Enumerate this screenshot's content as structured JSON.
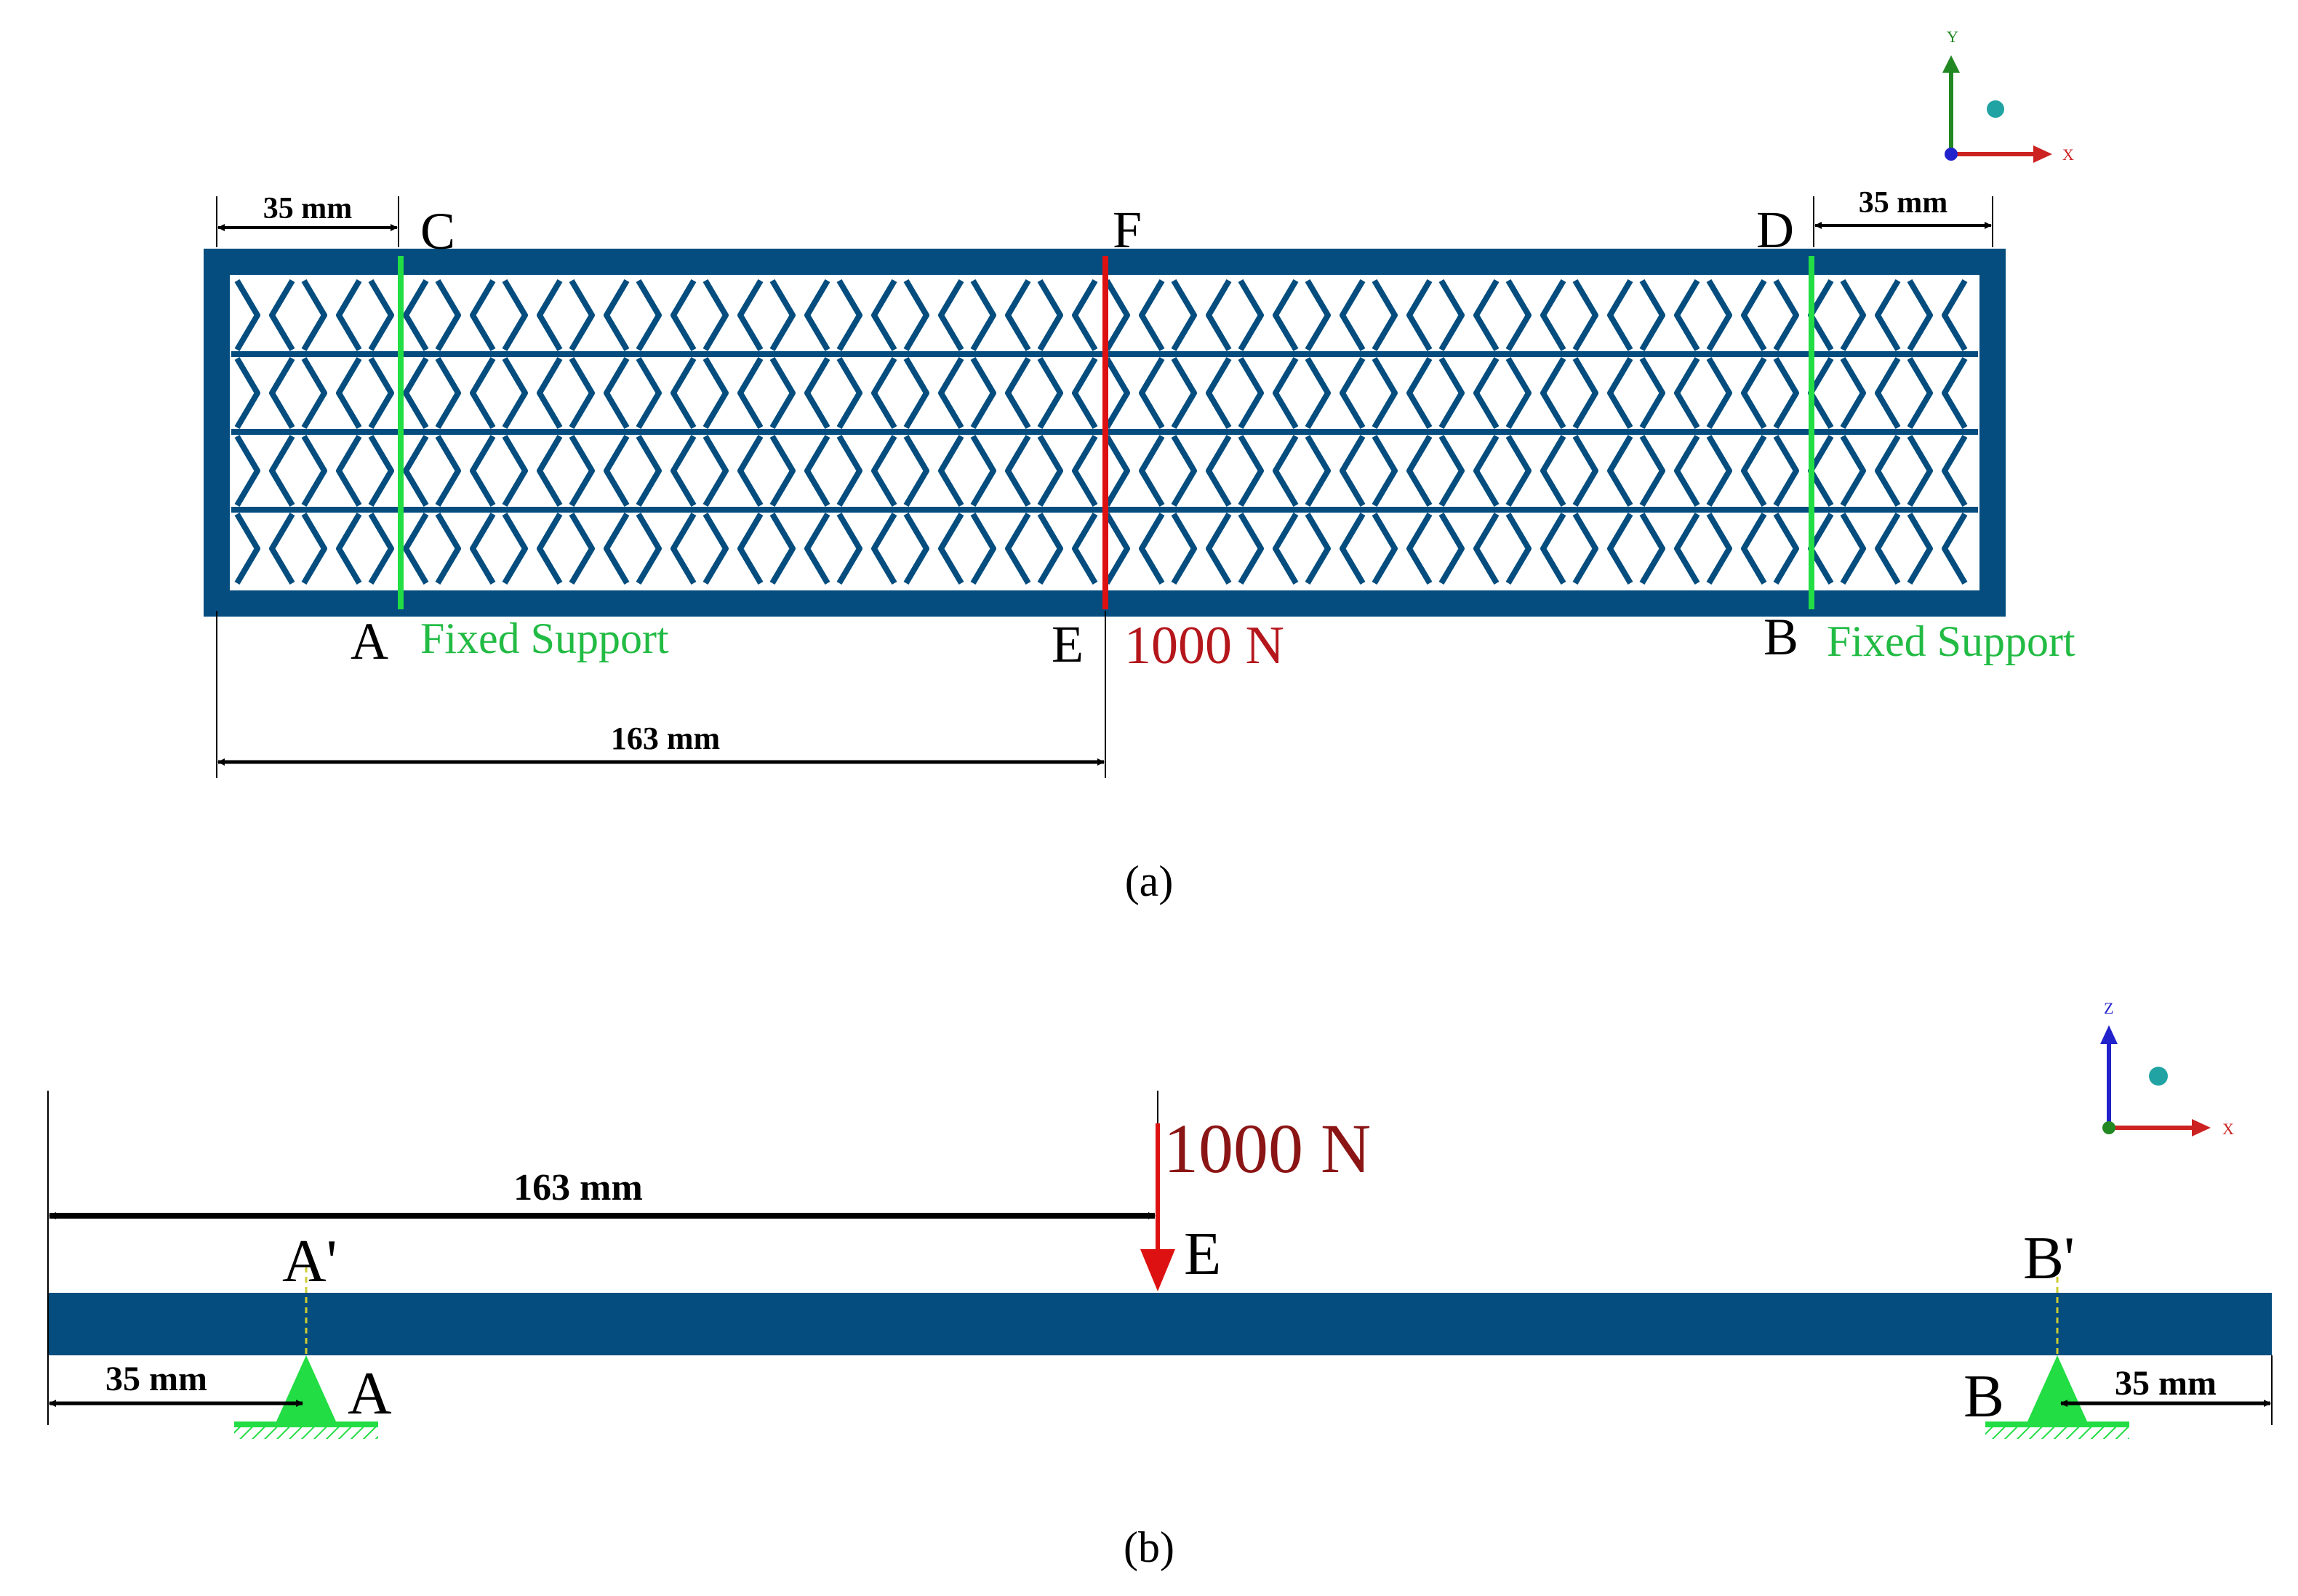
{
  "colors": {
    "beam": "#044d7e",
    "support": "#22dd44",
    "force": "#dd1111",
    "dimension": "#000000",
    "axis_x": "#cc2222",
    "axis_y": "#228822",
    "axis_z": "#2222cc",
    "axis_dot": "#21a3a3"
  },
  "panel_a": {
    "caption": "(a)",
    "point_labels": {
      "A": "A",
      "B": "B",
      "C": "C",
      "D": "D",
      "E": "E",
      "F": "F"
    },
    "support_left_label": "Fixed Support",
    "support_right_label": "Fixed Support",
    "force_label": "1000 N",
    "dim_left": "35 mm",
    "dim_right": "35 mm",
    "dim_center": "163 mm",
    "triad": {
      "vertical": "Y",
      "horizontal": "X"
    }
  },
  "panel_b": {
    "caption": "(b)",
    "point_labels": {
      "A": "A",
      "B": "B",
      "A_prime": "A'",
      "B_prime": "B'",
      "E": "E"
    },
    "force_label": "1000 N",
    "dim_left": "35 mm",
    "dim_right": "35 mm",
    "dim_center": "163 mm",
    "triad": {
      "vertical": "Z",
      "horizontal": "X"
    }
  }
}
